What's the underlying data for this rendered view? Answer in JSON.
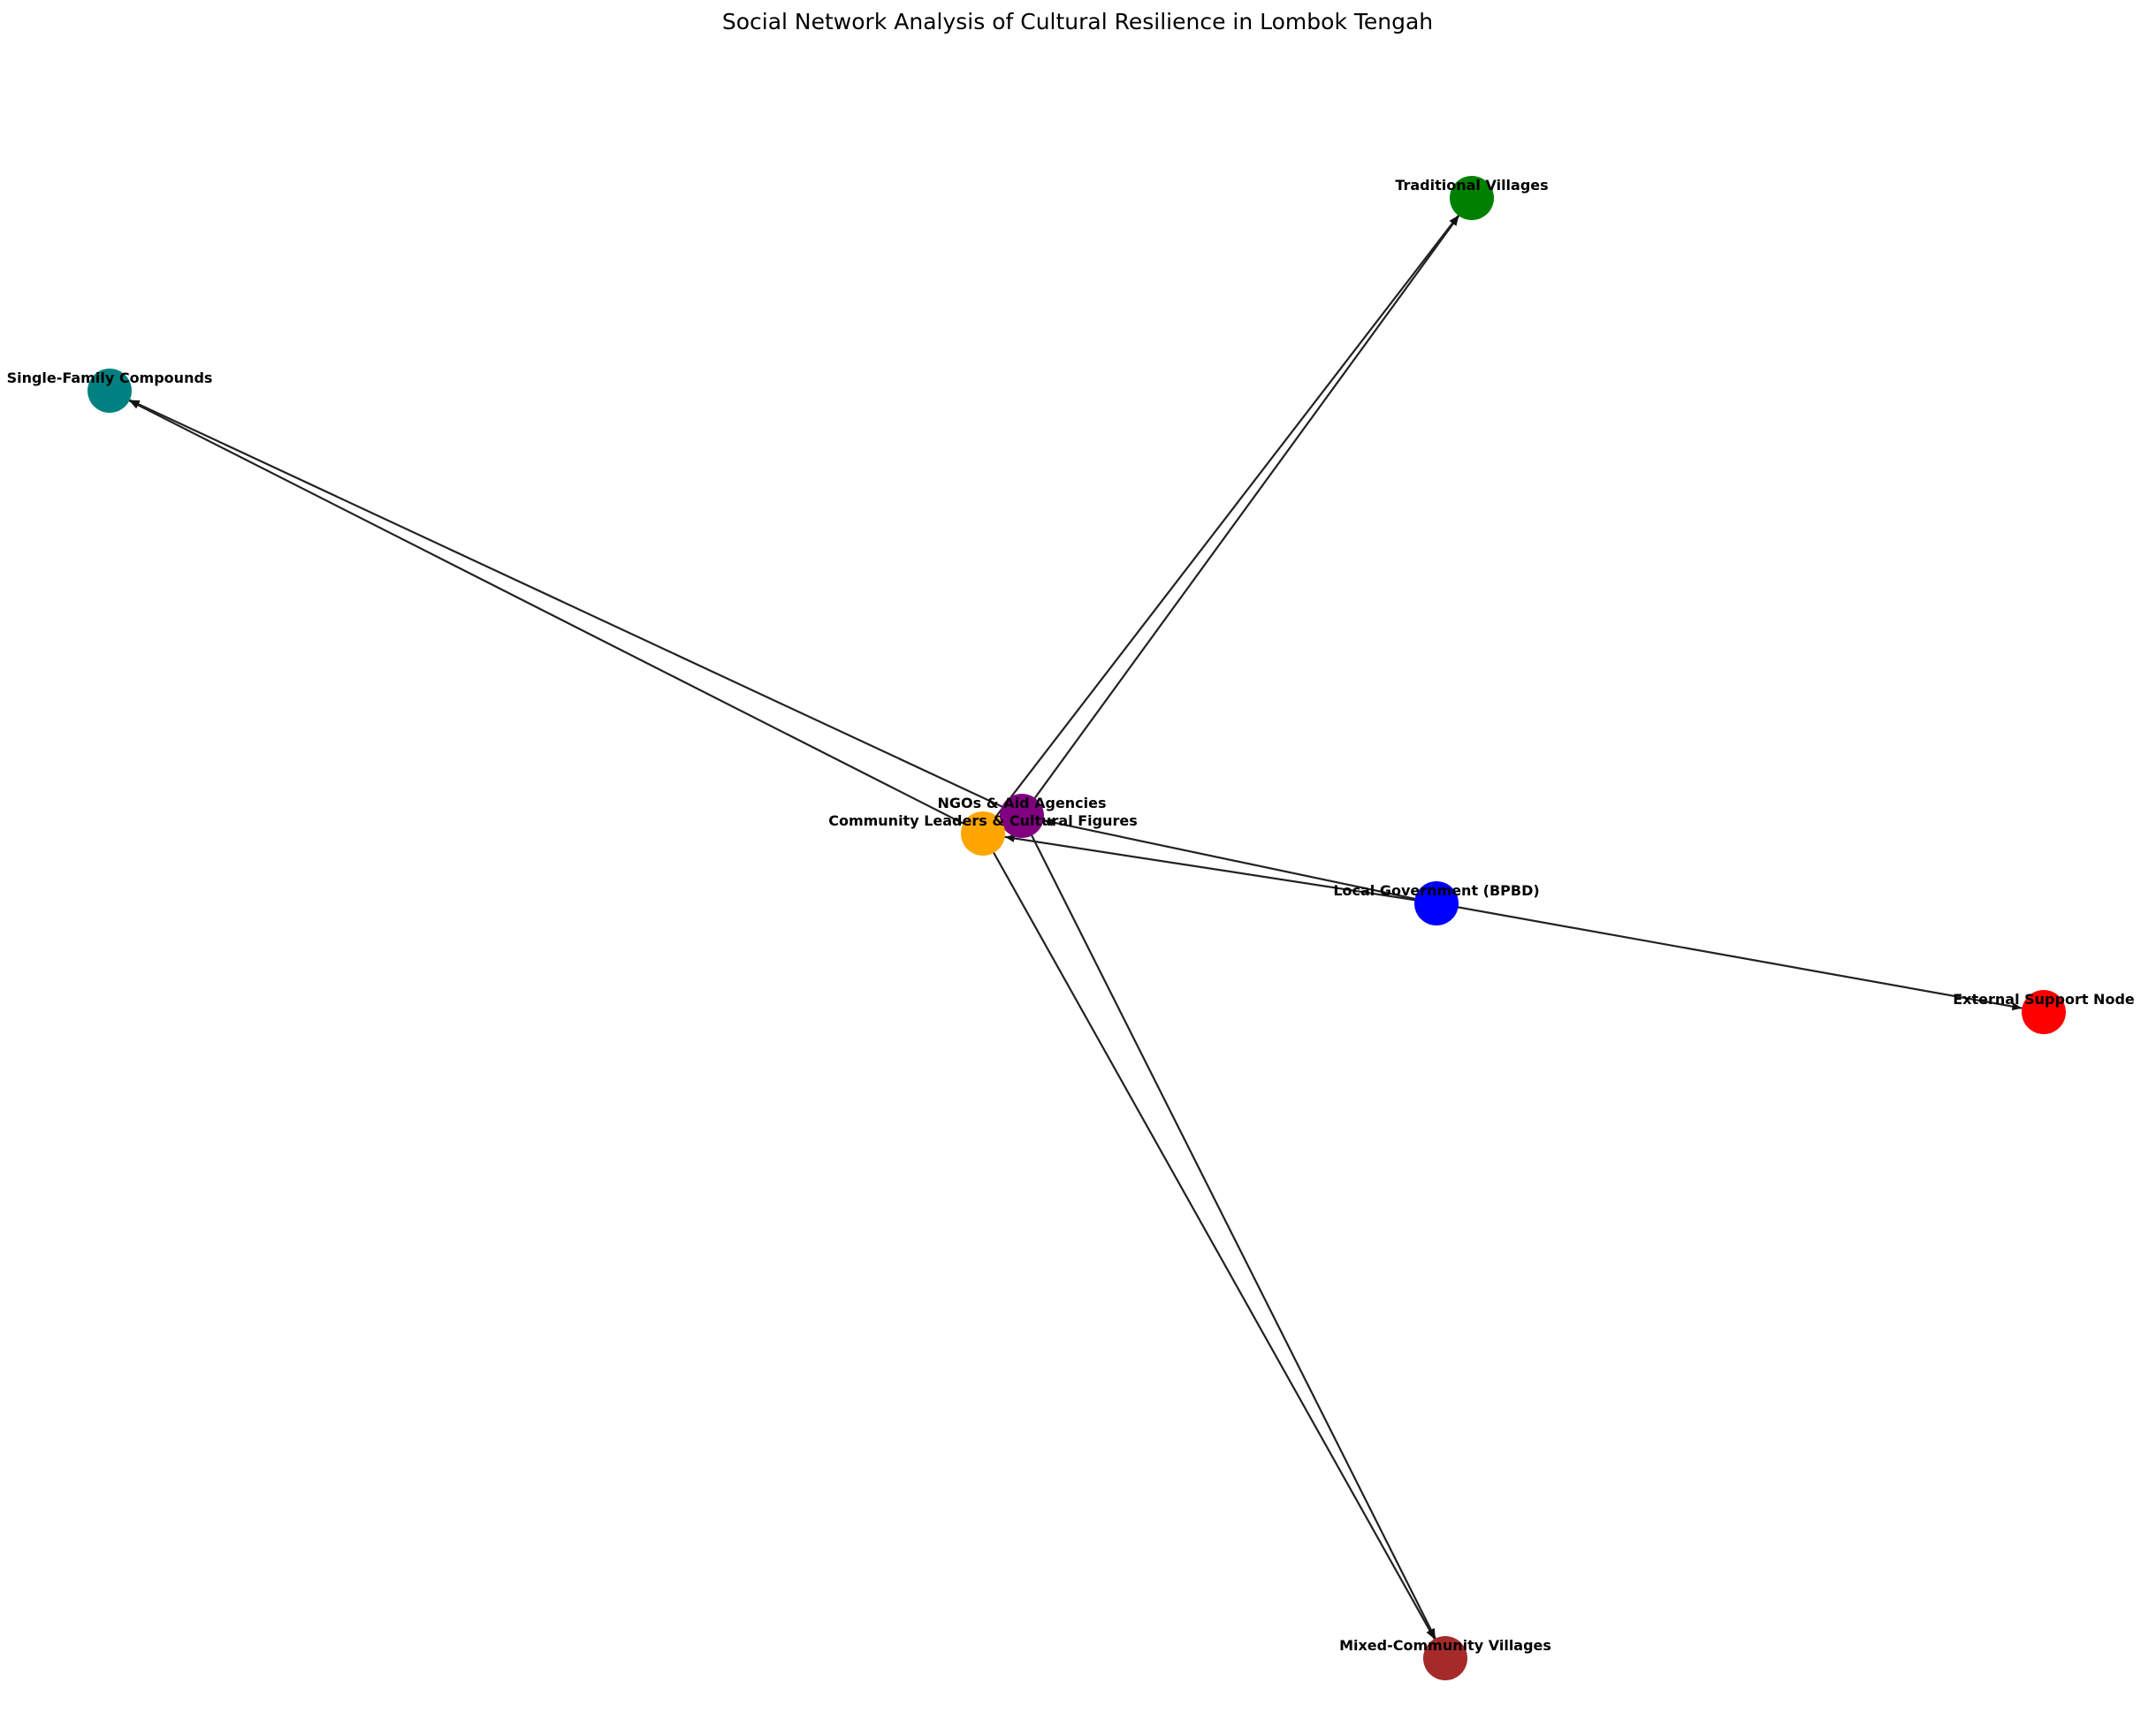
{
  "title": "Social Network Analysis of Cultural Resilience in Lombok Tengah",
  "nodes": [
    {
      "id": "ngos",
      "label": "NGOs & Aid Agencies",
      "color": "#800080"
    },
    {
      "id": "community",
      "label": "Community Leaders & Cultural Figures",
      "color": "#FFA500"
    },
    {
      "id": "traditional",
      "label": "Traditional Villages",
      "color": "#008000"
    },
    {
      "id": "single",
      "label": "Single-Family Compounds",
      "color": "#008080"
    },
    {
      "id": "localgov",
      "label": "Local Government (BPBD)",
      "color": "#0000FF"
    },
    {
      "id": "external",
      "label": "External Support Node",
      "color": "#FF0000"
    },
    {
      "id": "mixed",
      "label": "Mixed-Community Villages",
      "color": "#A52A2A"
    }
  ],
  "edges": [
    {
      "from": "ngos",
      "to": "traditional"
    },
    {
      "from": "community",
      "to": "traditional"
    },
    {
      "from": "ngos",
      "to": "single"
    },
    {
      "from": "community",
      "to": "single"
    },
    {
      "from": "ngos",
      "to": "mixed"
    },
    {
      "from": "community",
      "to": "mixed"
    },
    {
      "from": "localgov",
      "to": "ngos"
    },
    {
      "from": "localgov",
      "to": "community"
    },
    {
      "from": "localgov",
      "to": "external"
    }
  ]
}
